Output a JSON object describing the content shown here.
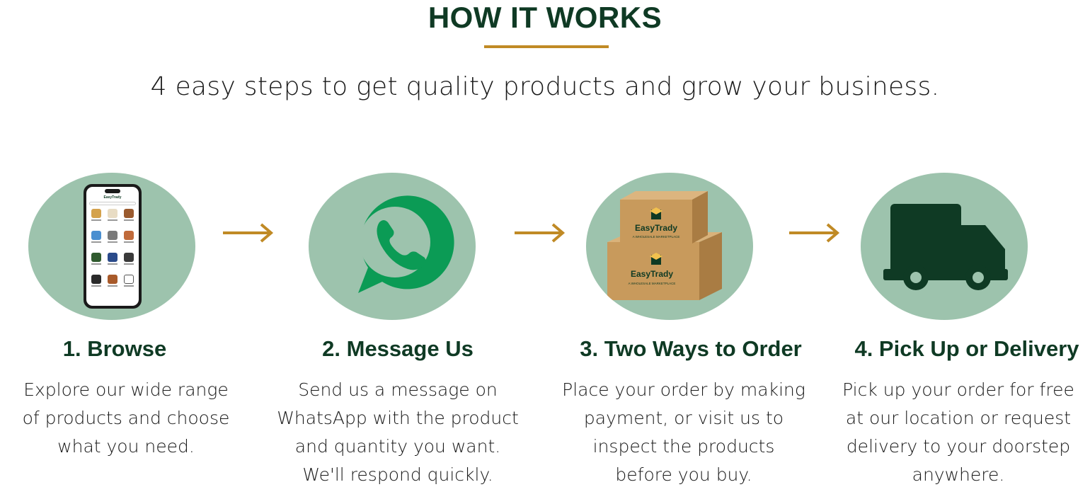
{
  "section": {
    "title": "HOW IT WORKS",
    "subtitle": "4 easy steps to get quality products and grow your business."
  },
  "colors": {
    "accent": "#c08a25",
    "heading": "#0f3a24",
    "circle": "#9dc3ad",
    "whatsapp": "#0b9b55",
    "truck": "#0f3a24",
    "box": "#c89a5c"
  },
  "steps": [
    {
      "title": "1. Browse",
      "lines": [
        "Explore our wide range",
        "of products and choose",
        "what you need."
      ],
      "icon": "phone-app-icon",
      "phone_brand": "EasyTrady"
    },
    {
      "title": "2. Message Us",
      "lines": [
        "Send us a message on",
        "WhatsApp with the product",
        "and quantity you want.",
        "We'll respond quickly."
      ],
      "icon": "whatsapp-icon"
    },
    {
      "title": "3. Two Ways to Order",
      "lines": [
        "Place your order by making",
        "payment, or visit us to",
        "inspect the products",
        "before you buy."
      ],
      "icon": "boxes-icon",
      "box_brand": "EasyTrady",
      "box_tagline": "A WHOLESALE MARKETPLACE"
    },
    {
      "title": "4. Pick Up or Delivery",
      "lines": [
        "Pick up your order for free",
        "at our location or request",
        "delivery to your doorstep",
        "anywhere."
      ],
      "icon": "truck-icon"
    }
  ]
}
